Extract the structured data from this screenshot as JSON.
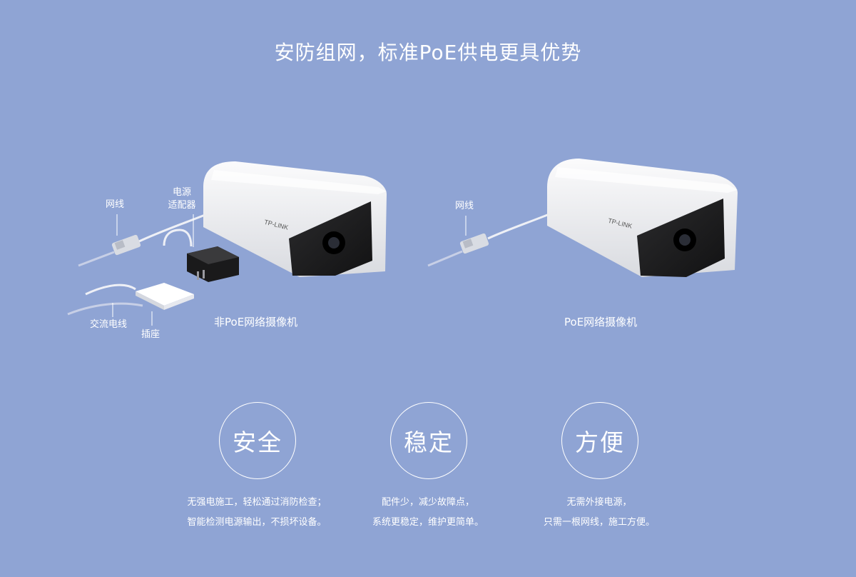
{
  "title": "安防组网，标准PoE供电更具优势",
  "left_diagram": {
    "label_network_cable": "网线",
    "label_power_adapter_line1": "电源",
    "label_power_adapter_line2": "适配器",
    "label_ac_cable": "交流电线",
    "label_socket": "插座",
    "caption": "非PoE网络摄像机",
    "camera_brand": "TP-LINK"
  },
  "right_diagram": {
    "label_network_cable": "网线",
    "caption": "PoE网络摄像机",
    "camera_brand": "TP-LINK"
  },
  "features": [
    {
      "title": "安全",
      "line1": "无强电施工，轻松通过消防检查；",
      "line2": "智能检测电源输出，不损坏设备。"
    },
    {
      "title": "稳定",
      "line1": "配件少，减少故障点，",
      "line2": "系统更稳定，维护更简单。"
    },
    {
      "title": "方便",
      "line1": "无需外接电源，",
      "line2": "只需一根网线，施工方便。"
    }
  ]
}
